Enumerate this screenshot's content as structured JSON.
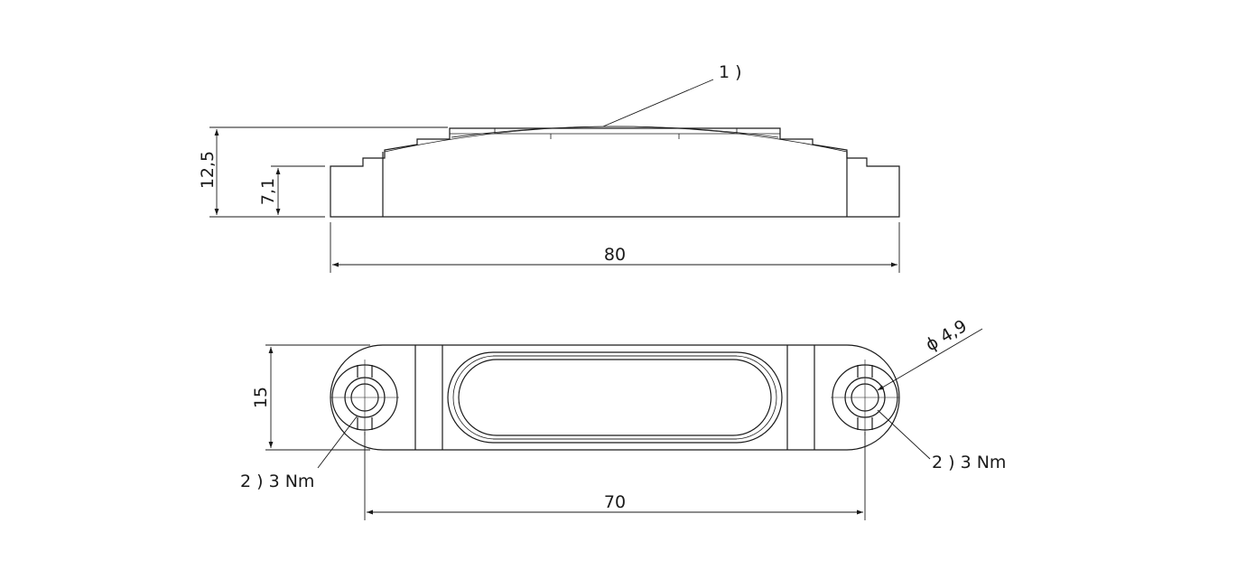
{
  "dimensions": {
    "overall_height": "12,5",
    "base_height": "7,1",
    "overall_length": "80",
    "width": "15",
    "hole_spacing": "70",
    "hole_diameter": "ϕ 4,9"
  },
  "callouts": {
    "top_feature": "1 )",
    "torque_left": "2 ) 3 Nm",
    "torque_right": "2 ) 3 Nm"
  }
}
